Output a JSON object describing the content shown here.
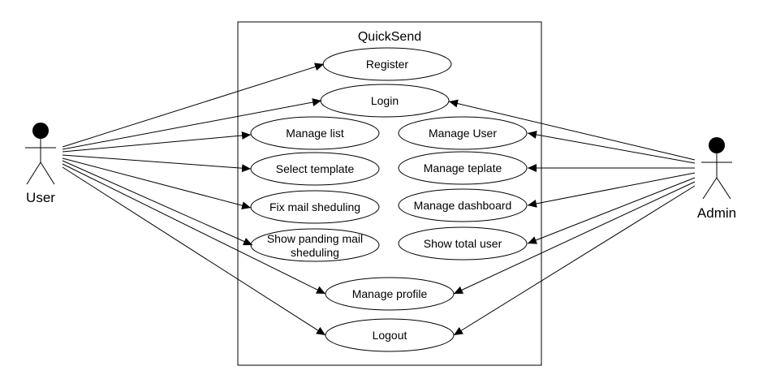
{
  "system": {
    "title": "QuickSend"
  },
  "actors": {
    "user": "User",
    "admin": "Admin"
  },
  "use_cases": {
    "register": "Register",
    "login": "Login",
    "manage_list": "Manage list",
    "select_template": "Select template",
    "fix_mail": "Fix mail sheduling",
    "show_pending_1": "Show panding mail",
    "show_pending_2": "sheduling",
    "manage_user": "Manage User",
    "manage_template": "Manage teplate",
    "manage_dashboard": "Manage dashboard",
    "show_total_user": "Show total user",
    "manage_profile": "Manage profile",
    "logout": "Logout"
  },
  "colors": {
    "stroke": "#000000",
    "background": "#ffffff"
  }
}
